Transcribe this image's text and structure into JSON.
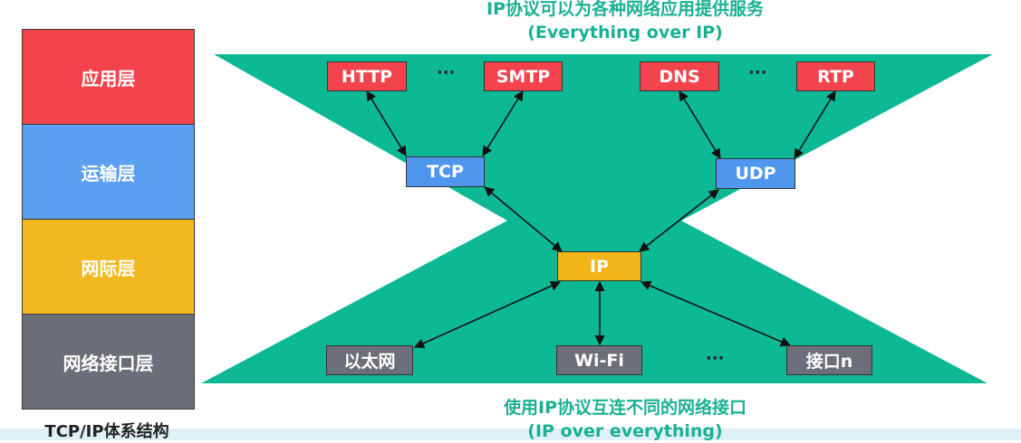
{
  "stack": {
    "layers": [
      {
        "label": "应用层",
        "color": "#f3434d"
      },
      {
        "label": "运输层",
        "color": "#5a9ff0"
      },
      {
        "label": "网际层",
        "color": "#f2b81f"
      },
      {
        "label": "网络接口层",
        "color": "#6b6e78"
      }
    ],
    "caption": "TCP/IP体系结构"
  },
  "heading_top": {
    "line1": "IP协议可以为各种网络应用提供服务",
    "line2": "(Everything over IP)"
  },
  "heading_bottom": {
    "line1": "使用IP协议互连不同的网络接口",
    "line2": "(IP over everything)"
  },
  "protocols": {
    "app": [
      "HTTP",
      "SMTP",
      "DNS",
      "RTP"
    ],
    "transport": [
      "TCP",
      "UDP"
    ],
    "network": "IP",
    "interfaces": [
      "以太网",
      "Wi-Fi",
      "接口n"
    ],
    "ellipsis": "···"
  },
  "colors": {
    "hourglass": "#0db894",
    "app": "#f3434d",
    "transport": "#4f96ee",
    "network": "#f1b51a",
    "interface": "#6c6f79",
    "heading": "#1ab191"
  }
}
